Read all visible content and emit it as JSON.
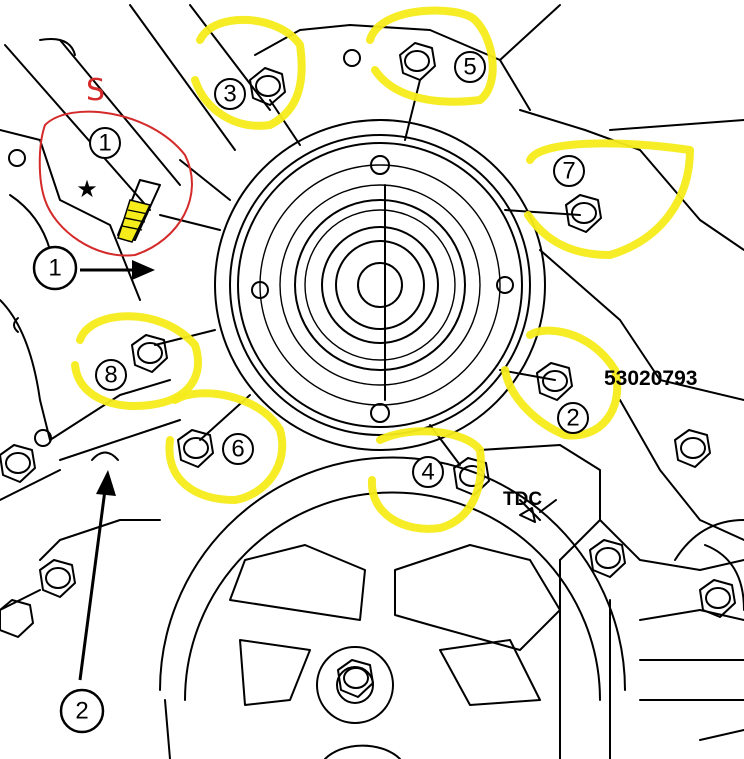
{
  "diagram": {
    "part_number": "53020793",
    "tdc_label": "TDC",
    "handwritten_mark": "S",
    "bolt_labels": [
      "1",
      "2",
      "3",
      "4",
      "5",
      "6",
      "7",
      "8"
    ],
    "callouts": [
      "1",
      "2"
    ],
    "highlight_color": "#f5ec1a",
    "annotation_color": "#d42a2a"
  }
}
